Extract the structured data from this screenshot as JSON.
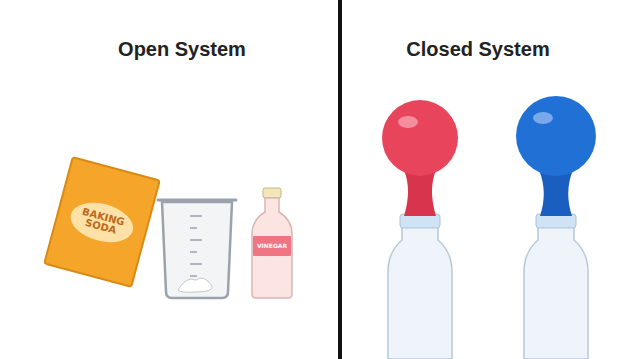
{
  "diagram": {
    "nodes": [
      {
        "text": [
          "BAKING SODA"
        ]
      },
      {
        "text": [
          "VINEGAR"
        ]
      }
    ],
    "labels": [
      "Open System",
      "Closed System"
    ]
  }
}
